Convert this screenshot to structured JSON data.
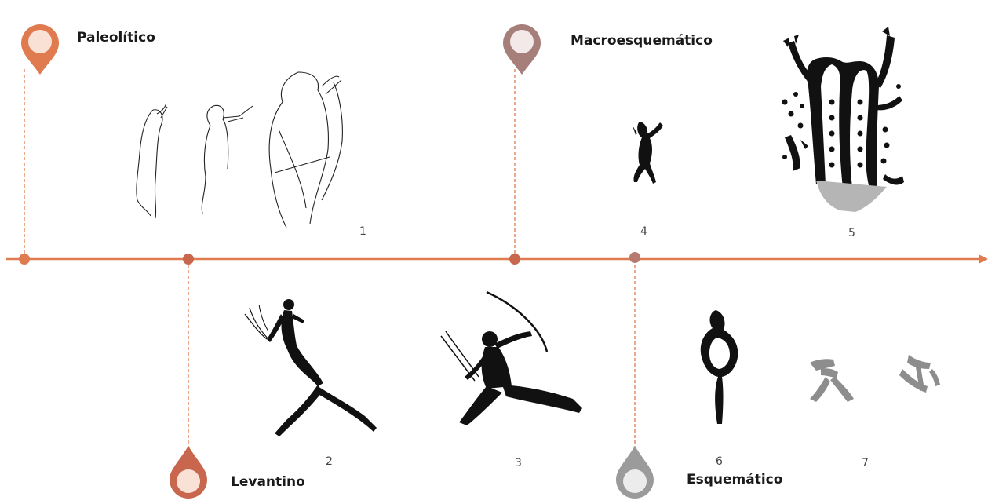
{
  "timeline": {
    "axis_color": "#e07b4f",
    "periods": [
      {
        "id": "paleolitico",
        "label": "Paleolítico",
        "pin_color": "#e07b4f",
        "pin_fill": "#f9e1d6"
      },
      {
        "id": "levantino",
        "label": "Levantino",
        "pin_color": "#c9674e",
        "pin_fill": "#f9e1d6"
      },
      {
        "id": "macroesquematico",
        "label": "Macroesquemático",
        "pin_color": "#a77f7a",
        "pin_fill": "#f3e9e8"
      },
      {
        "id": "esquematico",
        "label": "Esquemático",
        "pin_color": "#9b9b9b",
        "pin_fill": "#ececec"
      }
    ]
  },
  "figures": {
    "n1": "1",
    "n2": "2",
    "n3": "3",
    "n4": "4",
    "n5": "5",
    "n6": "6",
    "n7": "7"
  }
}
